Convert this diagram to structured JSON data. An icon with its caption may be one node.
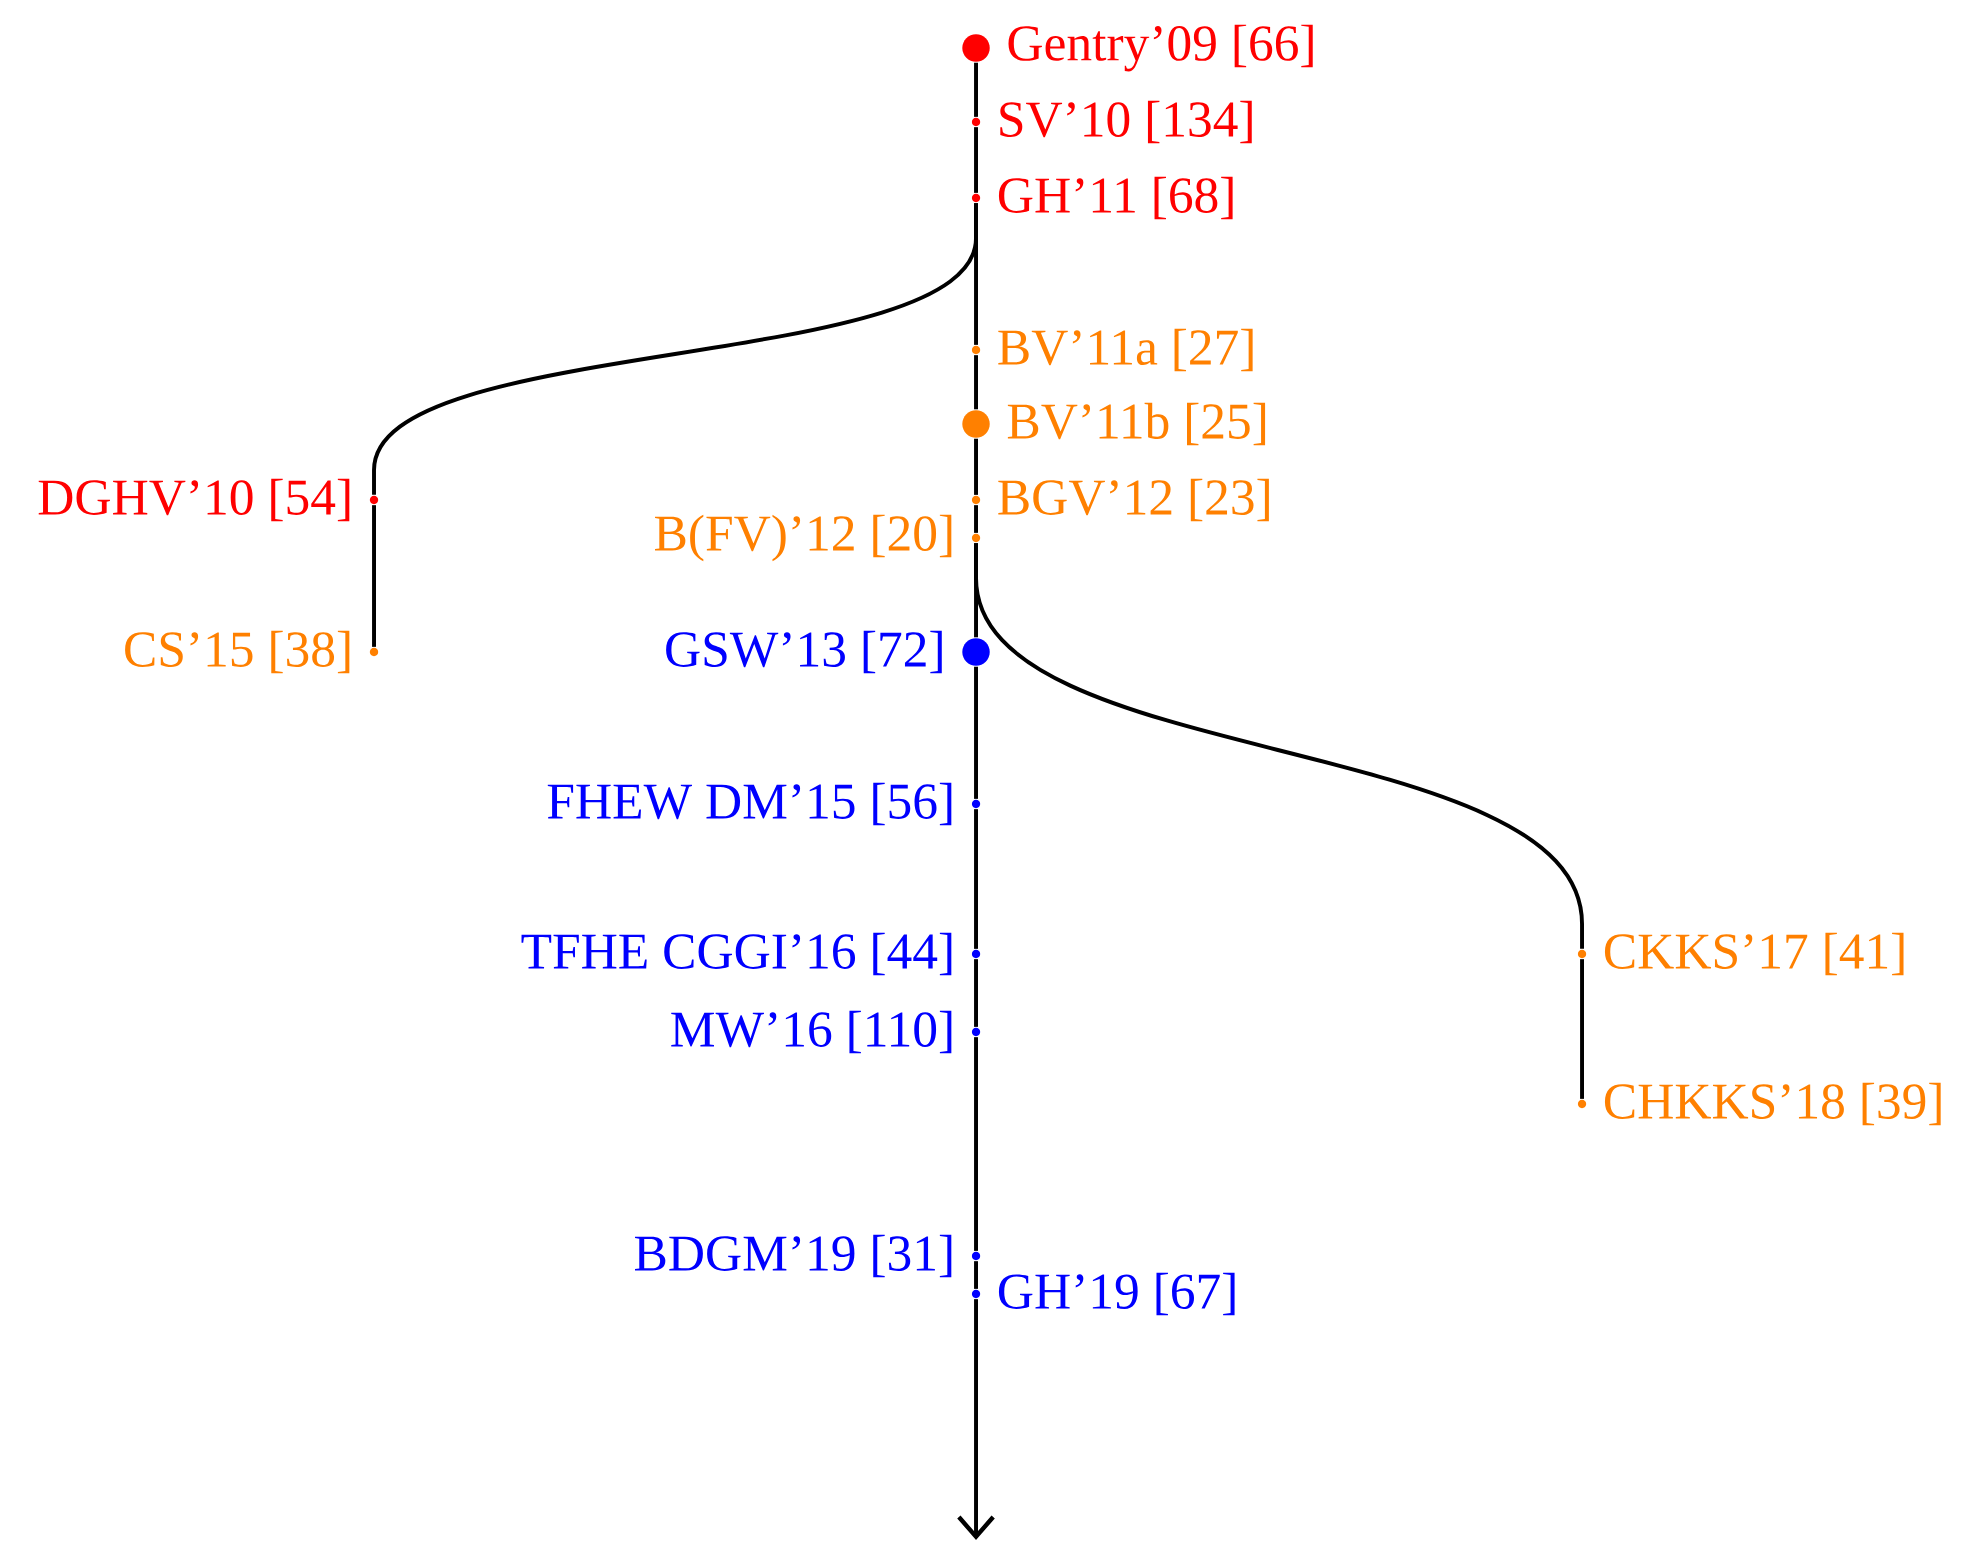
{
  "diagram": {
    "nodes": [
      {
        "text": [
          "Gentry’09 [66]"
        ]
      },
      {
        "text": [
          "SV’10 [134]"
        ]
      },
      {
        "text": [
          "GH’11 [68]"
        ]
      },
      {
        "text": [
          "BV’11a [27]"
        ]
      },
      {
        "text": [
          "BV’11b [25]"
        ]
      },
      {
        "text": [
          "DGHV’10 [54]"
        ]
      },
      {
        "text": [
          "BGV’12 [23]"
        ]
      },
      {
        "text": [
          "B(FV)’12 [20]"
        ]
      },
      {
        "text": [
          "CS’15 [38]"
        ]
      },
      {
        "text": [
          "GSW’13 [72]"
        ]
      },
      {
        "text": [
          "FHEW DM’15 [56]"
        ]
      },
      {
        "text": [
          "TFHE CGGI’16 [44]"
        ]
      },
      {
        "text": [
          "CKKS’17 [41]"
        ]
      },
      {
        "text": [
          "MW’16 [110]"
        ]
      },
      {
        "text": [
          "CHKKS’18 [39]"
        ]
      },
      {
        "text": [
          "BDGM’19 [31]"
        ]
      },
      {
        "text": [
          "GH’19 [67]"
        ]
      }
    ],
    "edges": [
      {
        "from": 0,
        "to": 1,
        "arrow": "none"
      },
      {
        "from": 1,
        "to": 2,
        "arrow": "none"
      },
      {
        "from": 2,
        "to": 3,
        "arrow": "none"
      },
      {
        "from": 3,
        "to": 4,
        "arrow": "none"
      },
      {
        "from": 4,
        "to": 6,
        "arrow": "none"
      },
      {
        "from": 6,
        "to": 7,
        "arrow": "none"
      },
      {
        "from": 7,
        "to": 9,
        "arrow": "none"
      },
      {
        "from": 9,
        "to": 10,
        "arrow": "none"
      },
      {
        "from": 10,
        "to": 11,
        "arrow": "none"
      },
      {
        "from": 11,
        "to": 13,
        "arrow": "none"
      },
      {
        "from": 13,
        "to": 15,
        "arrow": "none"
      },
      {
        "from": 15,
        "to": 16,
        "arrow": "none"
      },
      {
        "from": 16,
        "to": null,
        "arrow": "to"
      },
      {
        "from": 2,
        "to": 5,
        "arrow": "none"
      },
      {
        "from": 5,
        "to": 8,
        "arrow": "none"
      },
      {
        "from": 7,
        "to": 12,
        "arrow": "none"
      },
      {
        "from": 12,
        "to": 14,
        "arrow": "none"
      }
    ]
  }
}
